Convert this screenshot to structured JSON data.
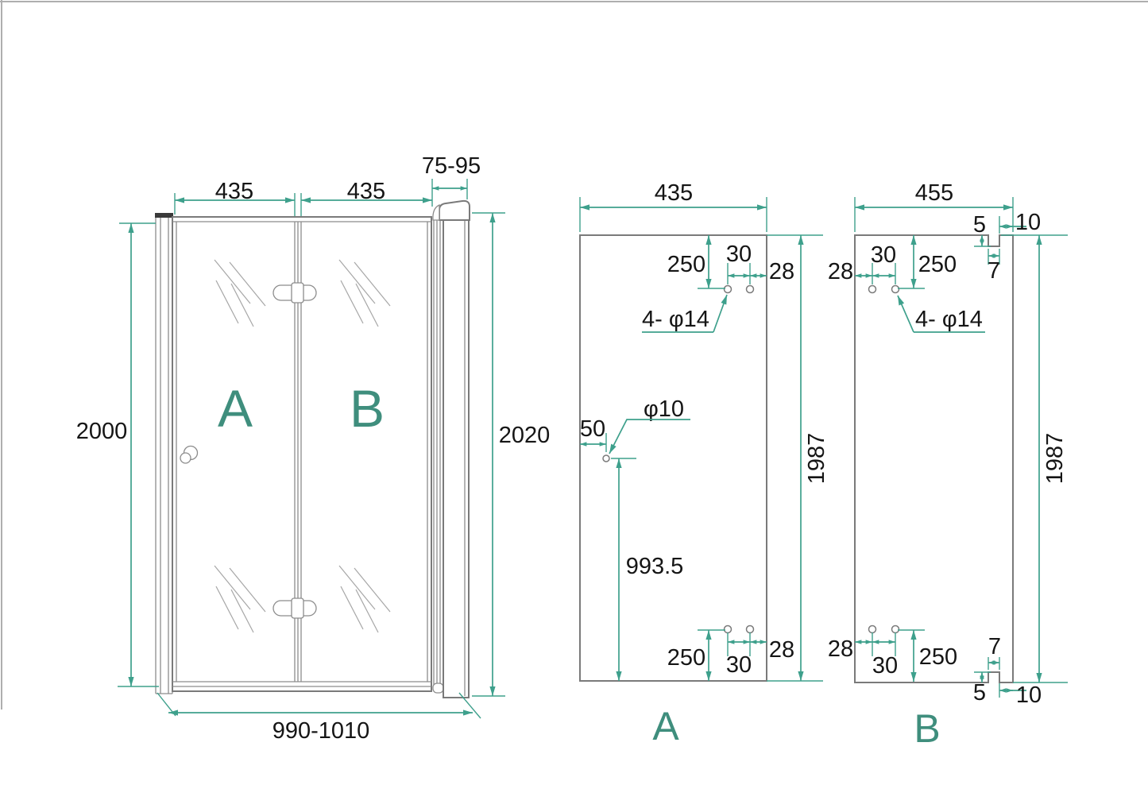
{
  "drawing_type": "shower folding door technical drawing",
  "colors": {
    "dimension_lines": "#3EA08C",
    "panel_letters": "#3F8E7D",
    "object_outline": "#7a7a7a",
    "dimension_text": "#151515",
    "background": "#ffffff"
  },
  "front_view": {
    "panel_a_width": "435",
    "panel_b_width": "435",
    "wall_profile_range": "75-95",
    "height_left": "2000",
    "height_right": "2020",
    "total_width_range": "990-1010",
    "panel_a_label": "A",
    "panel_b_label": "B"
  },
  "panel_a_view": {
    "label": "A",
    "width": "435",
    "height": "1987",
    "holes_note": "4- φ14",
    "handle_hole_dia": "φ10",
    "handle_from_left": "50",
    "handle_from_bottom": "993.5",
    "top": {
      "hole_offset": "250",
      "hole_spacing": "30",
      "edge_offset": "28"
    },
    "bottom": {
      "hole_offset": "250",
      "hole_spacing": "30",
      "edge_offset": "28"
    }
  },
  "panel_b_view": {
    "label": "B",
    "width": "455",
    "height": "1987",
    "holes_note": "4- φ14",
    "top": {
      "edge_offset": "28",
      "hole_spacing": "30",
      "hole_offset": "250",
      "notch_depth": "5",
      "notch_width": "7",
      "notch_to_edge": "10"
    },
    "bottom": {
      "edge_offset": "28",
      "hole_spacing": "30",
      "hole_offset": "250",
      "notch_depth": "5",
      "notch_width": "7",
      "notch_to_edge": "10"
    }
  }
}
